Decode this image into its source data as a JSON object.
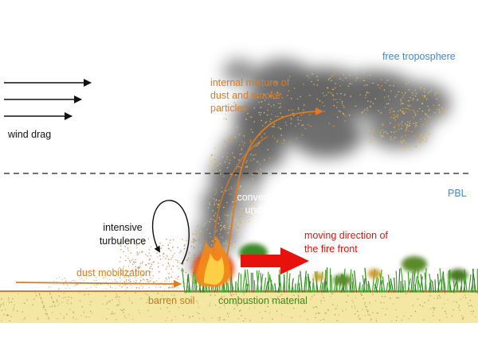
{
  "labels": {
    "free_troposphere": "free troposphere",
    "pbl": "PBL",
    "wind_drag": "wind drag",
    "internal_mixture": "internal mixture of dust and smoke particles",
    "convective_updraft": "convective updraft",
    "intensive_turbulence": "intensive turbulence",
    "moving_direction": "moving direction of the fire front",
    "dust_mobilization": "dust mobilization",
    "barren_soil": "barren soil",
    "combustion_material": "combustion material"
  },
  "colors": {
    "blue_text": "#4a86c8",
    "orange": "#e07b1f",
    "red": "#e8120c",
    "soil_orange": "#c27a1e",
    "green_text": "#3d8a1c",
    "soil": "#f3e7a3",
    "grass": "#4caf2a",
    "smoke": "#4a4a4a"
  }
}
